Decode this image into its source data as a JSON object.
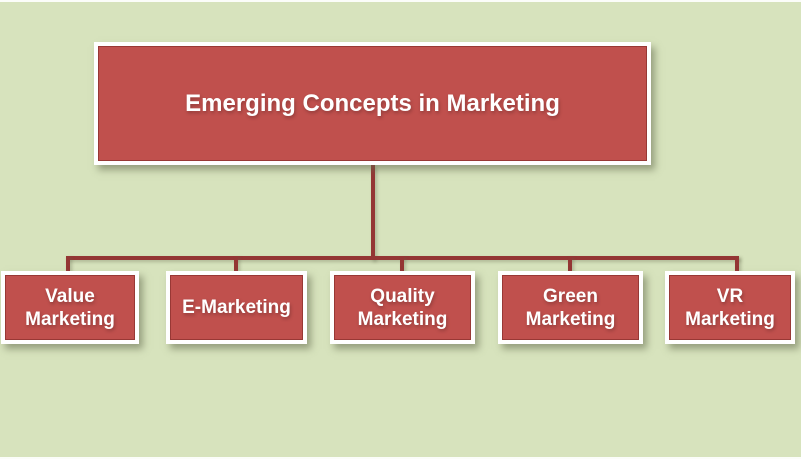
{
  "diagram": {
    "type": "org-chart",
    "root": {
      "label": "Emerging Concepts in Marketing"
    },
    "children": [
      {
        "label": "Value Marketing",
        "lines": [
          "Value",
          "Marketing"
        ]
      },
      {
        "label": "E-Marketing",
        "lines": [
          "E-Marketing"
        ]
      },
      {
        "label": "Quality Marketing",
        "lines": [
          "Quality",
          "Marketing"
        ]
      },
      {
        "label": "Green Marketing",
        "lines": [
          "Green",
          "Marketing"
        ]
      },
      {
        "label": "VR Marketing",
        "lines": [
          "VR",
          "Marketing"
        ]
      }
    ]
  },
  "colors": {
    "background": "#d7e3bd",
    "node_fill": "#c0504d",
    "node_border": "#ffffff",
    "node_inner_outline": "#953a37",
    "connector": "#943634",
    "text": "#ffffff",
    "slide_edge": "#ffffff"
  }
}
